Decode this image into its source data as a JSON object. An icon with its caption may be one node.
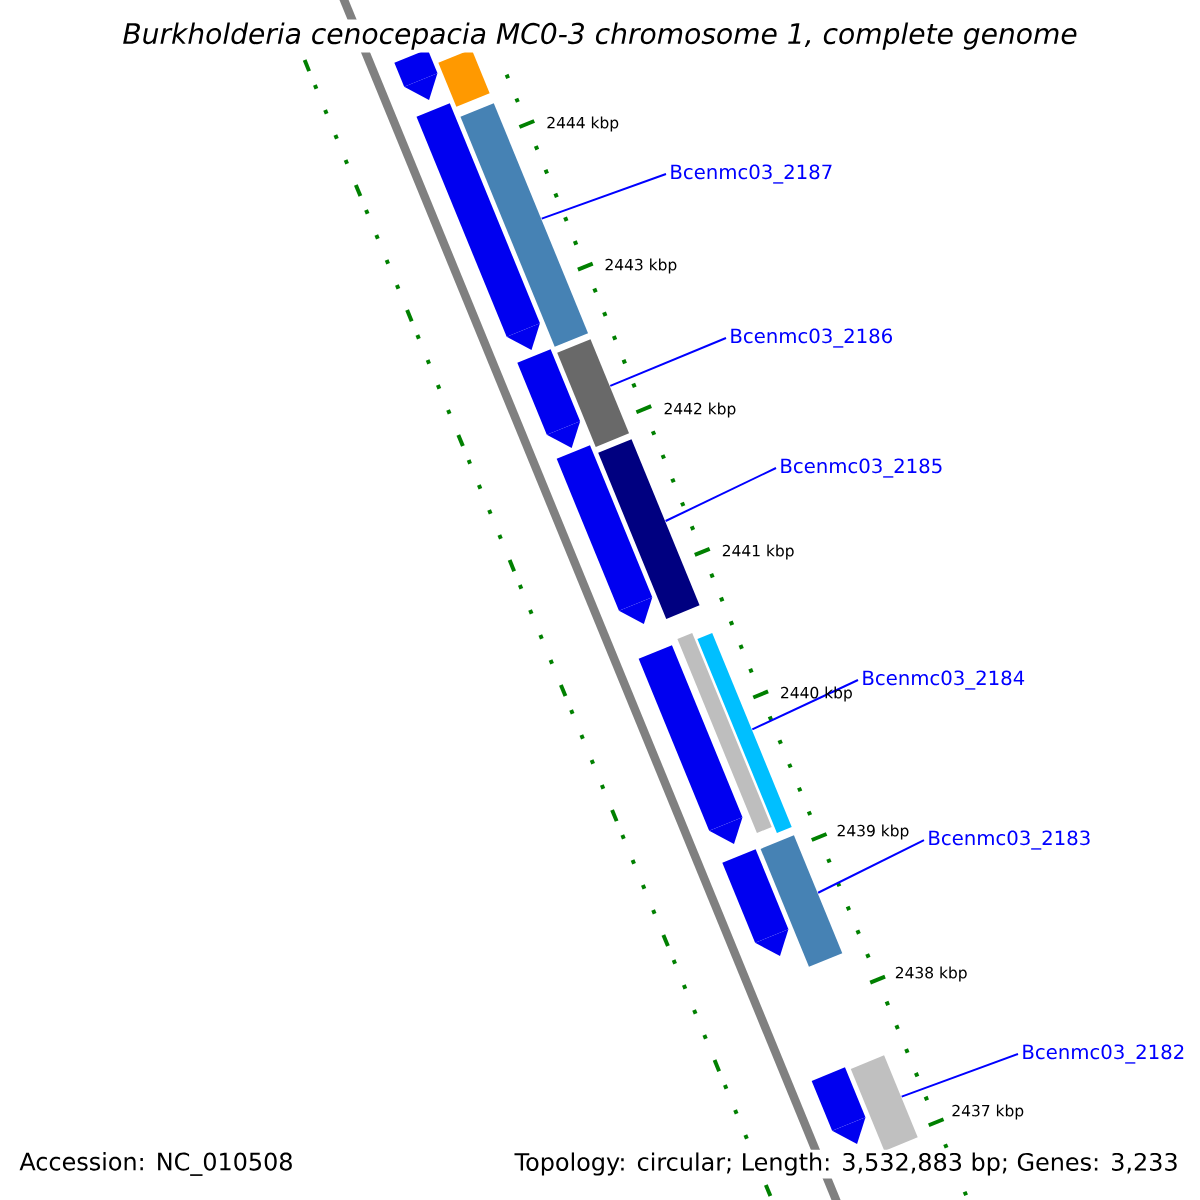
{
  "diagram": {
    "title": "Burkholderia cenocepacia MC0-3 chromosome 1, complete genome",
    "nodes": [
      {
        "text": [
          "Bcenmc03_2187"
        ]
      },
      {
        "text": [
          "Bcenmc03_2186"
        ]
      },
      {
        "text": [
          "Bcenmc03_2185"
        ]
      },
      {
        "text": [
          "Bcenmc03_2184"
        ]
      },
      {
        "text": [
          "Bcenmc03_2183"
        ]
      },
      {
        "text": [
          "Bcenmc03_2182"
        ]
      },
      {
        "text": [],
        "shape": "bar"
      },
      {
        "text": [],
        "shape": "bar"
      },
      {
        "text": [],
        "shape": "bar"
      },
      {
        "text": [],
        "shape": "bar"
      },
      {
        "text": [],
        "shape": "bar"
      },
      {
        "text": [],
        "shape": "bar"
      },
      {
        "text": [],
        "shape": "pentagon"
      },
      {
        "text": [],
        "shape": "pentagon"
      },
      {
        "text": [],
        "shape": "pentagon"
      },
      {
        "text": [],
        "shape": "pentagon"
      },
      {
        "text": [],
        "shape": "pentagon"
      },
      {
        "text": [],
        "shape": "pentagon"
      },
      {
        "text": [],
        "shape": "pentagon"
      },
      {
        "text": [],
        "shape": "bar"
      },
      {
        "text": [],
        "shape": "bar"
      }
    ],
    "edges": [
      {
        "from": 0,
        "to": 6,
        "arrow": "none"
      },
      {
        "from": 1,
        "to": 7,
        "arrow": "none"
      },
      {
        "from": 2,
        "to": 8,
        "arrow": "none"
      },
      {
        "from": 3,
        "to": 9,
        "arrow": "none"
      },
      {
        "from": 4,
        "to": 10,
        "arrow": "none"
      },
      {
        "from": 5,
        "to": 11,
        "arrow": "none"
      }
    ],
    "labels": [
      "2444 kbp",
      "2443 kbp",
      "2442 kbp",
      "2441 kbp",
      "2440 kbp",
      "2439 kbp",
      "2438 kbp",
      "2437 kbp",
      "Accession: NC_010508",
      "Topology: circular; Length: 3,532,883 bp; Genes: 3,233"
    ]
  }
}
